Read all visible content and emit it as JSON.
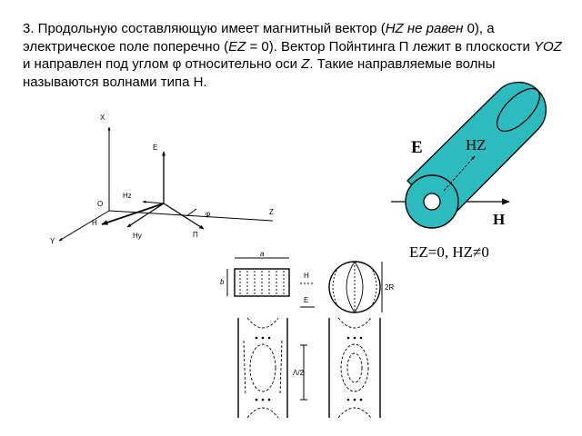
{
  "paragraph": {
    "p1": "3. Продольную составляющую имеет магнитный вектор (",
    "p2": "HZ  не равен",
    "p3": " 0), а электрическое поле поперечно (",
    "p4": "EZ",
    "p5": " = 0). Вектор Пойнтинга П лежит в плоскости ",
    "p6": "YOZ",
    "p7": " и направлен под углом φ относительно оси ",
    "p8": "Z",
    "p9": ". Такие направляемые волны называются волнами типа Н."
  },
  "axes_diagram": {
    "x_label": "X",
    "y_label": "Y",
    "z_label": "Z",
    "origin_label": "O",
    "e_label": "E",
    "hz_label": "Hz",
    "h_label": "H",
    "hy_label": "Hy",
    "p_label": "П",
    "phi_label": "φ"
  },
  "cylinder_diagram": {
    "e_label": "E",
    "hz_label": "HZ",
    "h_label": "H",
    "condition": "EZ=0, HZ≠0"
  },
  "field_pattern": {
    "a_label": "a",
    "b_label": "b",
    "h_legend": "H",
    "e_legend": "E",
    "r_label": "2R",
    "lambda_label": "Λ/2"
  }
}
